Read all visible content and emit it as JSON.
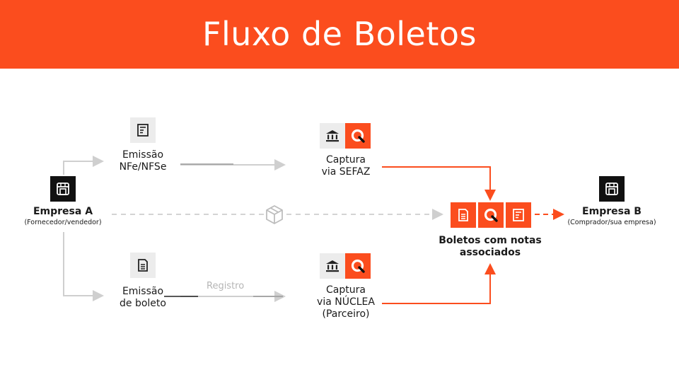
{
  "title": "Fluxo de Boletos",
  "colors": {
    "accent": "#fb4d1e",
    "dark": "#111111",
    "gray_box": "#ececec",
    "line_gray": "#cccccc"
  },
  "nodes": {
    "empresa_a": {
      "name": "Empresa A",
      "role": "(Fornecedor/vendedor)",
      "icon": "store-icon"
    },
    "empresa_b": {
      "name": "Empresa B",
      "role": "(Comprador/sua empresa)",
      "icon": "store-icon"
    },
    "emissao_nfe": {
      "line1": "Emissão",
      "line2": "NFe/NFSe",
      "icon": "invoice-icon"
    },
    "emissao_boleto": {
      "line1": "Emissão",
      "line2": "de boleto",
      "icon": "document-icon"
    },
    "captura_sefaz": {
      "line1": "Captura",
      "line2": "via SEFAZ",
      "icons": [
        "bank-icon",
        "brand-q-icon"
      ]
    },
    "captura_nuclea": {
      "line1": "Captura",
      "line2": "via NÚCLEA",
      "line3": "(Parceiro)",
      "icons": [
        "bank-icon",
        "brand-q-icon"
      ]
    },
    "boletos_notas": {
      "line1": "Boletos com notas",
      "line2": "associados",
      "icons": [
        "document-icon",
        "brand-q-icon",
        "invoice-icon"
      ]
    }
  },
  "edge_labels": {
    "registro": "Registro"
  },
  "center_icon": "package-icon"
}
